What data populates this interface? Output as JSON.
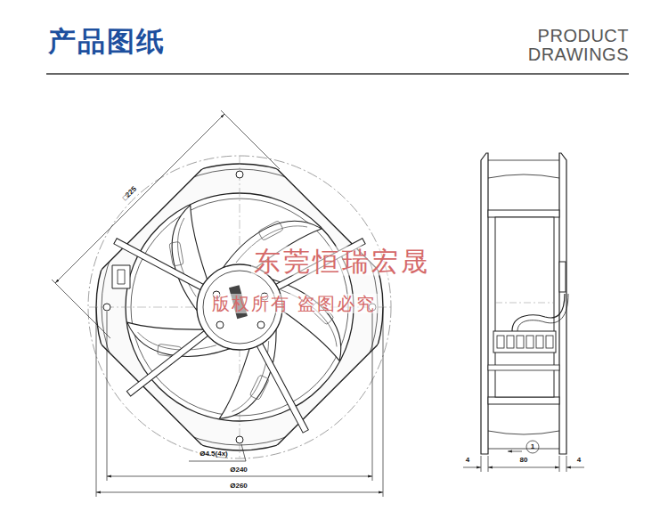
{
  "diagram": {
    "title": "产品图纸",
    "labels": [
      "PRODUCT DRAWINGS",
      "□225",
      "Ø4.5(4x)",
      "Ø240",
      "Ø260",
      "4",
      "80",
      "4",
      "1",
      "东莞恒瑞宏晟",
      "版权所有 盗图必究"
    ]
  }
}
